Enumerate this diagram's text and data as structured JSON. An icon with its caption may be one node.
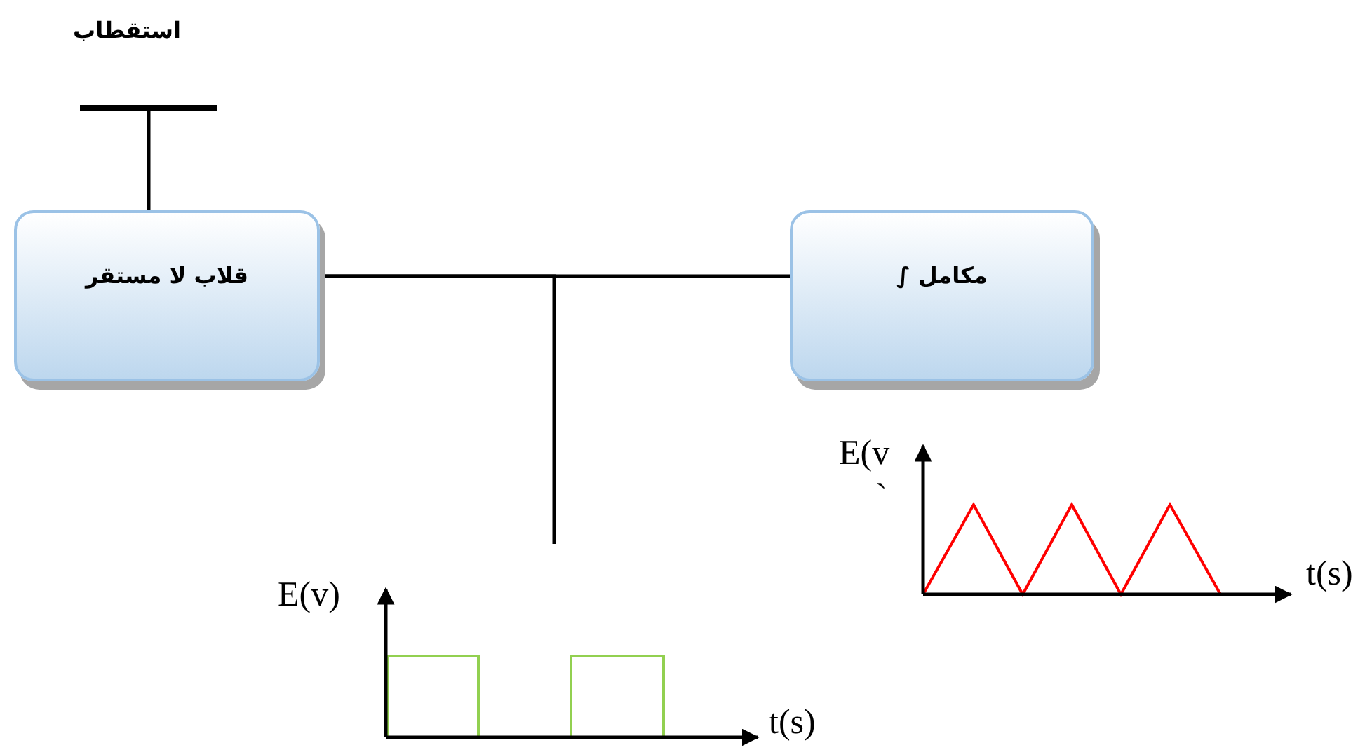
{
  "diagram": {
    "nodes": [
      {
        "text": [],
        "shape": "bar"
      },
      {
        "text": [
          "قلاب لا مستقر"
        ]
      },
      {
        "text": [
          "مكامل ∫"
        ]
      }
    ],
    "edges": [
      {
        "from": 0,
        "to": 1,
        "arrow": "none"
      },
      {
        "from": 1,
        "to": 2,
        "arrow": "none"
      },
      {
        "from": 1,
        "to": null,
        "arrow": "none"
      }
    ],
    "labels": [
      "استقطاب",
      "E(v",
      "`",
      "t(s)",
      "E(v)",
      "t(s)"
    ]
  }
}
